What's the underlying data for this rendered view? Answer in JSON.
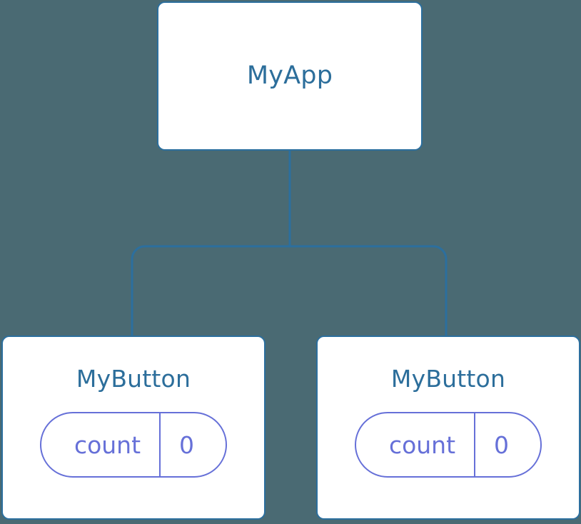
{
  "diagram": {
    "type": "component-tree",
    "background_color": "#4a6a73",
    "edge_color": "#2c6f9e",
    "node_border_color": "#2c6f9e",
    "node_title_color": "#2c6e9b",
    "state_color": "#6670d8",
    "root": {
      "title": "MyApp"
    },
    "children": [
      {
        "title": "MyButton",
        "state": {
          "key": "count",
          "value": "0"
        }
      },
      {
        "title": "MyButton",
        "state": {
          "key": "count",
          "value": "0"
        }
      }
    ]
  }
}
